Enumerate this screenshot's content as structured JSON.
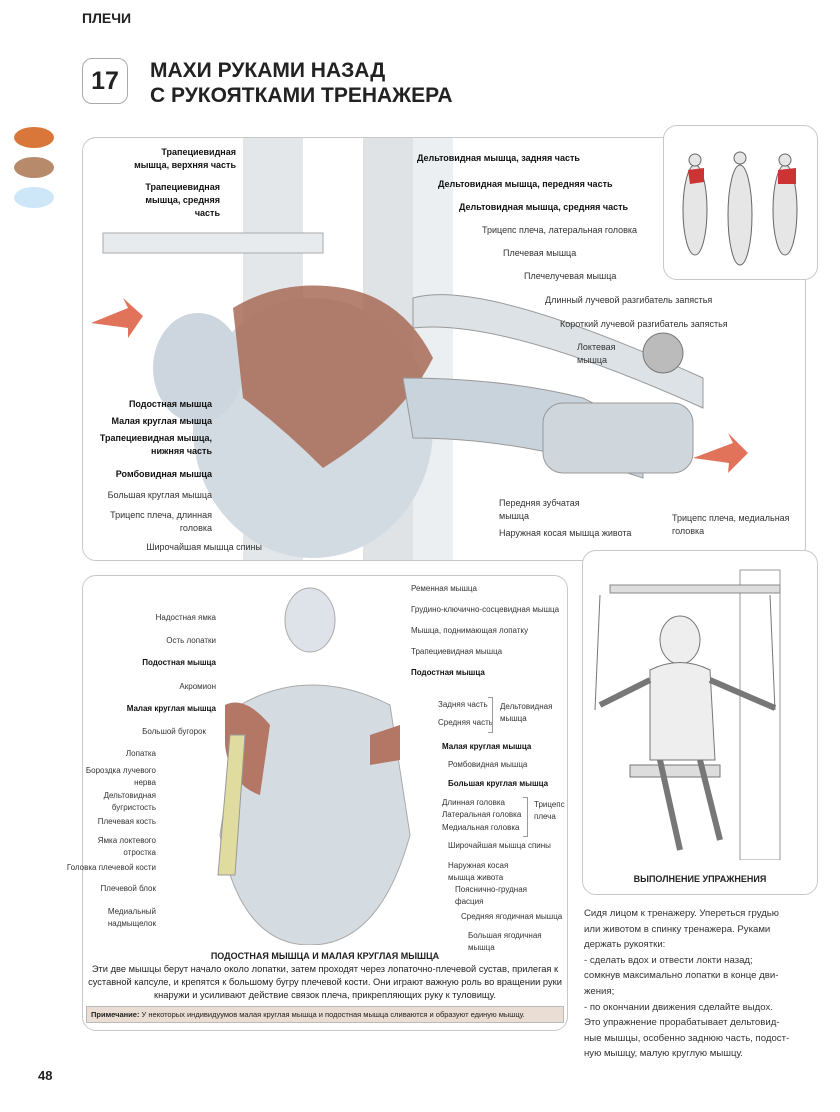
{
  "header": {
    "section": "ПЛЕЧИ",
    "number": "17",
    "title_line1": "МАХИ РУКАМИ НАЗАД",
    "title_line2": "С РУКОЯТКАМИ ТРЕНАЖЕРА"
  },
  "legend_colors": [
    "#d9773b",
    "#b78a6c",
    "#cde6f8"
  ],
  "top_left_labels": [
    [
      "Трапециевидная",
      "мышца, верхняя часть"
    ],
    [
      "Трапециевидная",
      "мышца, средняя",
      "часть"
    ],
    "Подостная мышца",
    "Малая круглая мышца",
    [
      "Трапециевидная мышца,",
      "нижняя часть"
    ],
    "Ромбовидная мышца",
    "Большая круглая мышца",
    [
      "Трицепс плеча, длинная",
      "головка"
    ],
    "Широчайшая мышца спины"
  ],
  "top_right_labels": [
    "Дельтовидная мышца, задняя часть",
    "Дельтовидная мышца, передняя часть",
    "Дельтовидная мышца, средняя часть",
    "Трицепс плеча, латеральная головка",
    "Плечевая мышца",
    "Плечелучевая мышца",
    "Длинный лучевой разгибатель запястья",
    "Короткий лучевой разгибатель запястья",
    [
      "Локтевая",
      "мышца"
    ],
    [
      "Передняя зубчатая",
      "мышца"
    ],
    "Наружная косая мышца живота",
    [
      "Трицепс плеча, медиальная",
      "головка"
    ]
  ],
  "bottom_left_labels": [
    "Надостная ямка",
    "Ость лопатки",
    "Подостная мышца",
    "Акромион",
    "Малая круглая мышца",
    "Большой бугорок",
    "Лопатка",
    [
      "Бороздка лучевого",
      "нерва"
    ],
    [
      "Дельтовидная",
      "бугристость"
    ],
    "Плечевая кость",
    [
      "Ямка локтевого",
      "отростка"
    ],
    "Головка плечевой кости",
    "Плечевой блок",
    [
      "Медиальный",
      "надмыщелок"
    ]
  ],
  "bottom_right_labels": [
    "Ременная мышца",
    "Грудино-ключично-сосцевидная мышца",
    "Мышца, поднимающая лопатку",
    "Трапециевидная мышца",
    "Подостная мышца",
    "Задняя часть",
    "Средняя часть",
    [
      "Дельтовидная",
      "мышца"
    ],
    "Малая круглая мышца",
    "Ромбовидная мышца",
    "Большая круглая мышца",
    "Длинная головка",
    "Латеральная головка",
    "Медиальная головка",
    [
      "Трицепс",
      "плеча"
    ],
    "Широчайшая мышца спины",
    [
      "Наружная косая",
      "мышца живота"
    ],
    [
      "Пояснично-грудная",
      "фасция"
    ],
    "Средняя ягодичная мышца",
    [
      "Большая ягодичная",
      "мышца"
    ]
  ],
  "anatomy": {
    "caption": "ПОДОСТНАЯ МЫШЦА И МАЛАЯ КРУГЛАЯ МЫШЦА",
    "text": "Эти две мышцы берут начало около лопатки, затем проходят через лопаточно-плечевой сустав, прилегая к суставной капсуле, и крепятся к большому бугру плечевой кости. Они играют важную роль во вращении руки кнаружи и усиливают действие связок плеча, прикрепляющих руку к туловищу.",
    "note_label": "Примечание:",
    "note_text": "У некоторых индивидуумов малая круглая мышца и подостная мышца сливаются и образуют единую мышцу."
  },
  "execution": {
    "caption": "ВЫПОЛНЕНИЕ УПРАЖНЕНИЯ",
    "lines": [
      "Сидя лицом к тренажеру. Упереться грудью",
      "или животом в спинку тренажера. Руками",
      "держать рукоятки:",
      "- сделать вдох и отвести локти назад;",
      "сомкнув максимально лопатки в конце дви-",
      "жения;",
      "- по окончании движения сделайте выдох.",
      "Это упражнение прорабатывает дельтовид-",
      "ные мышцы, особенно заднюю часть, подост-",
      "ную мышцу, малую круглую мышцу."
    ]
  },
  "page_number": "48"
}
